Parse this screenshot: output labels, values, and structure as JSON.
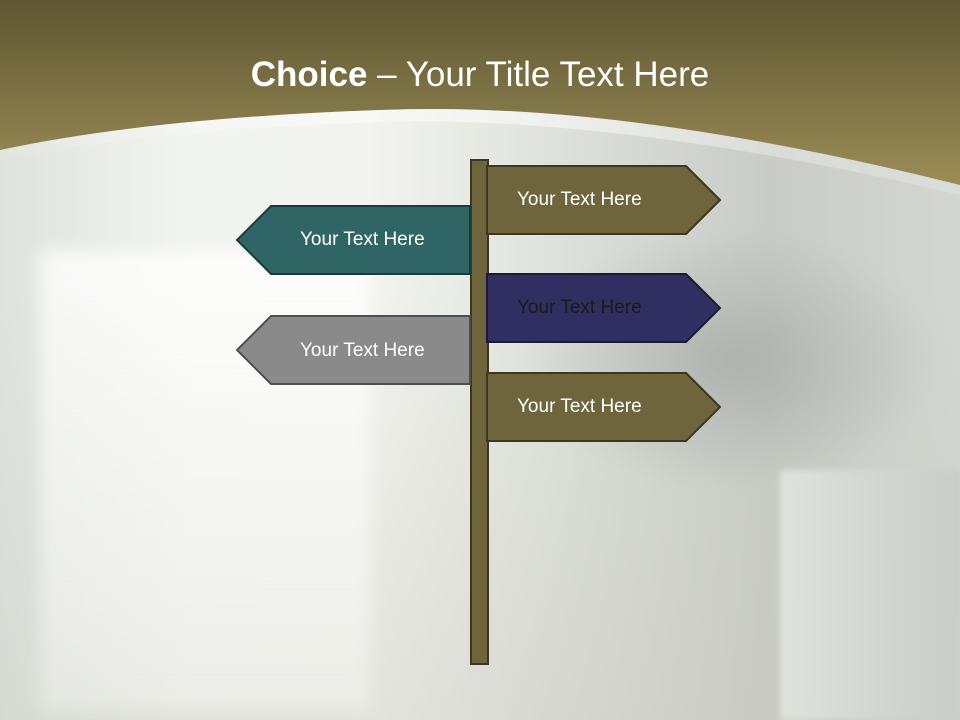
{
  "slide": {
    "title_bold": "Choice",
    "title_sep": " – ",
    "title_rest": "Your Title Text Here"
  },
  "signs": [
    {
      "text": "Your Text Here",
      "side": "right",
      "color": "#6f653c"
    },
    {
      "text": "Your Text Here",
      "side": "left",
      "color": "#2f6564"
    },
    {
      "text": "Your Text Here",
      "side": "right",
      "color": "#312f62"
    },
    {
      "text": "Your Text Here",
      "side": "left",
      "color": "#8a8a8a"
    },
    {
      "text": "Your Text Here",
      "side": "right",
      "color": "#6f653c"
    }
  ],
  "colors": {
    "banner_dark": "#6a6039",
    "banner_light": "#908352",
    "post": "#6f653c"
  }
}
